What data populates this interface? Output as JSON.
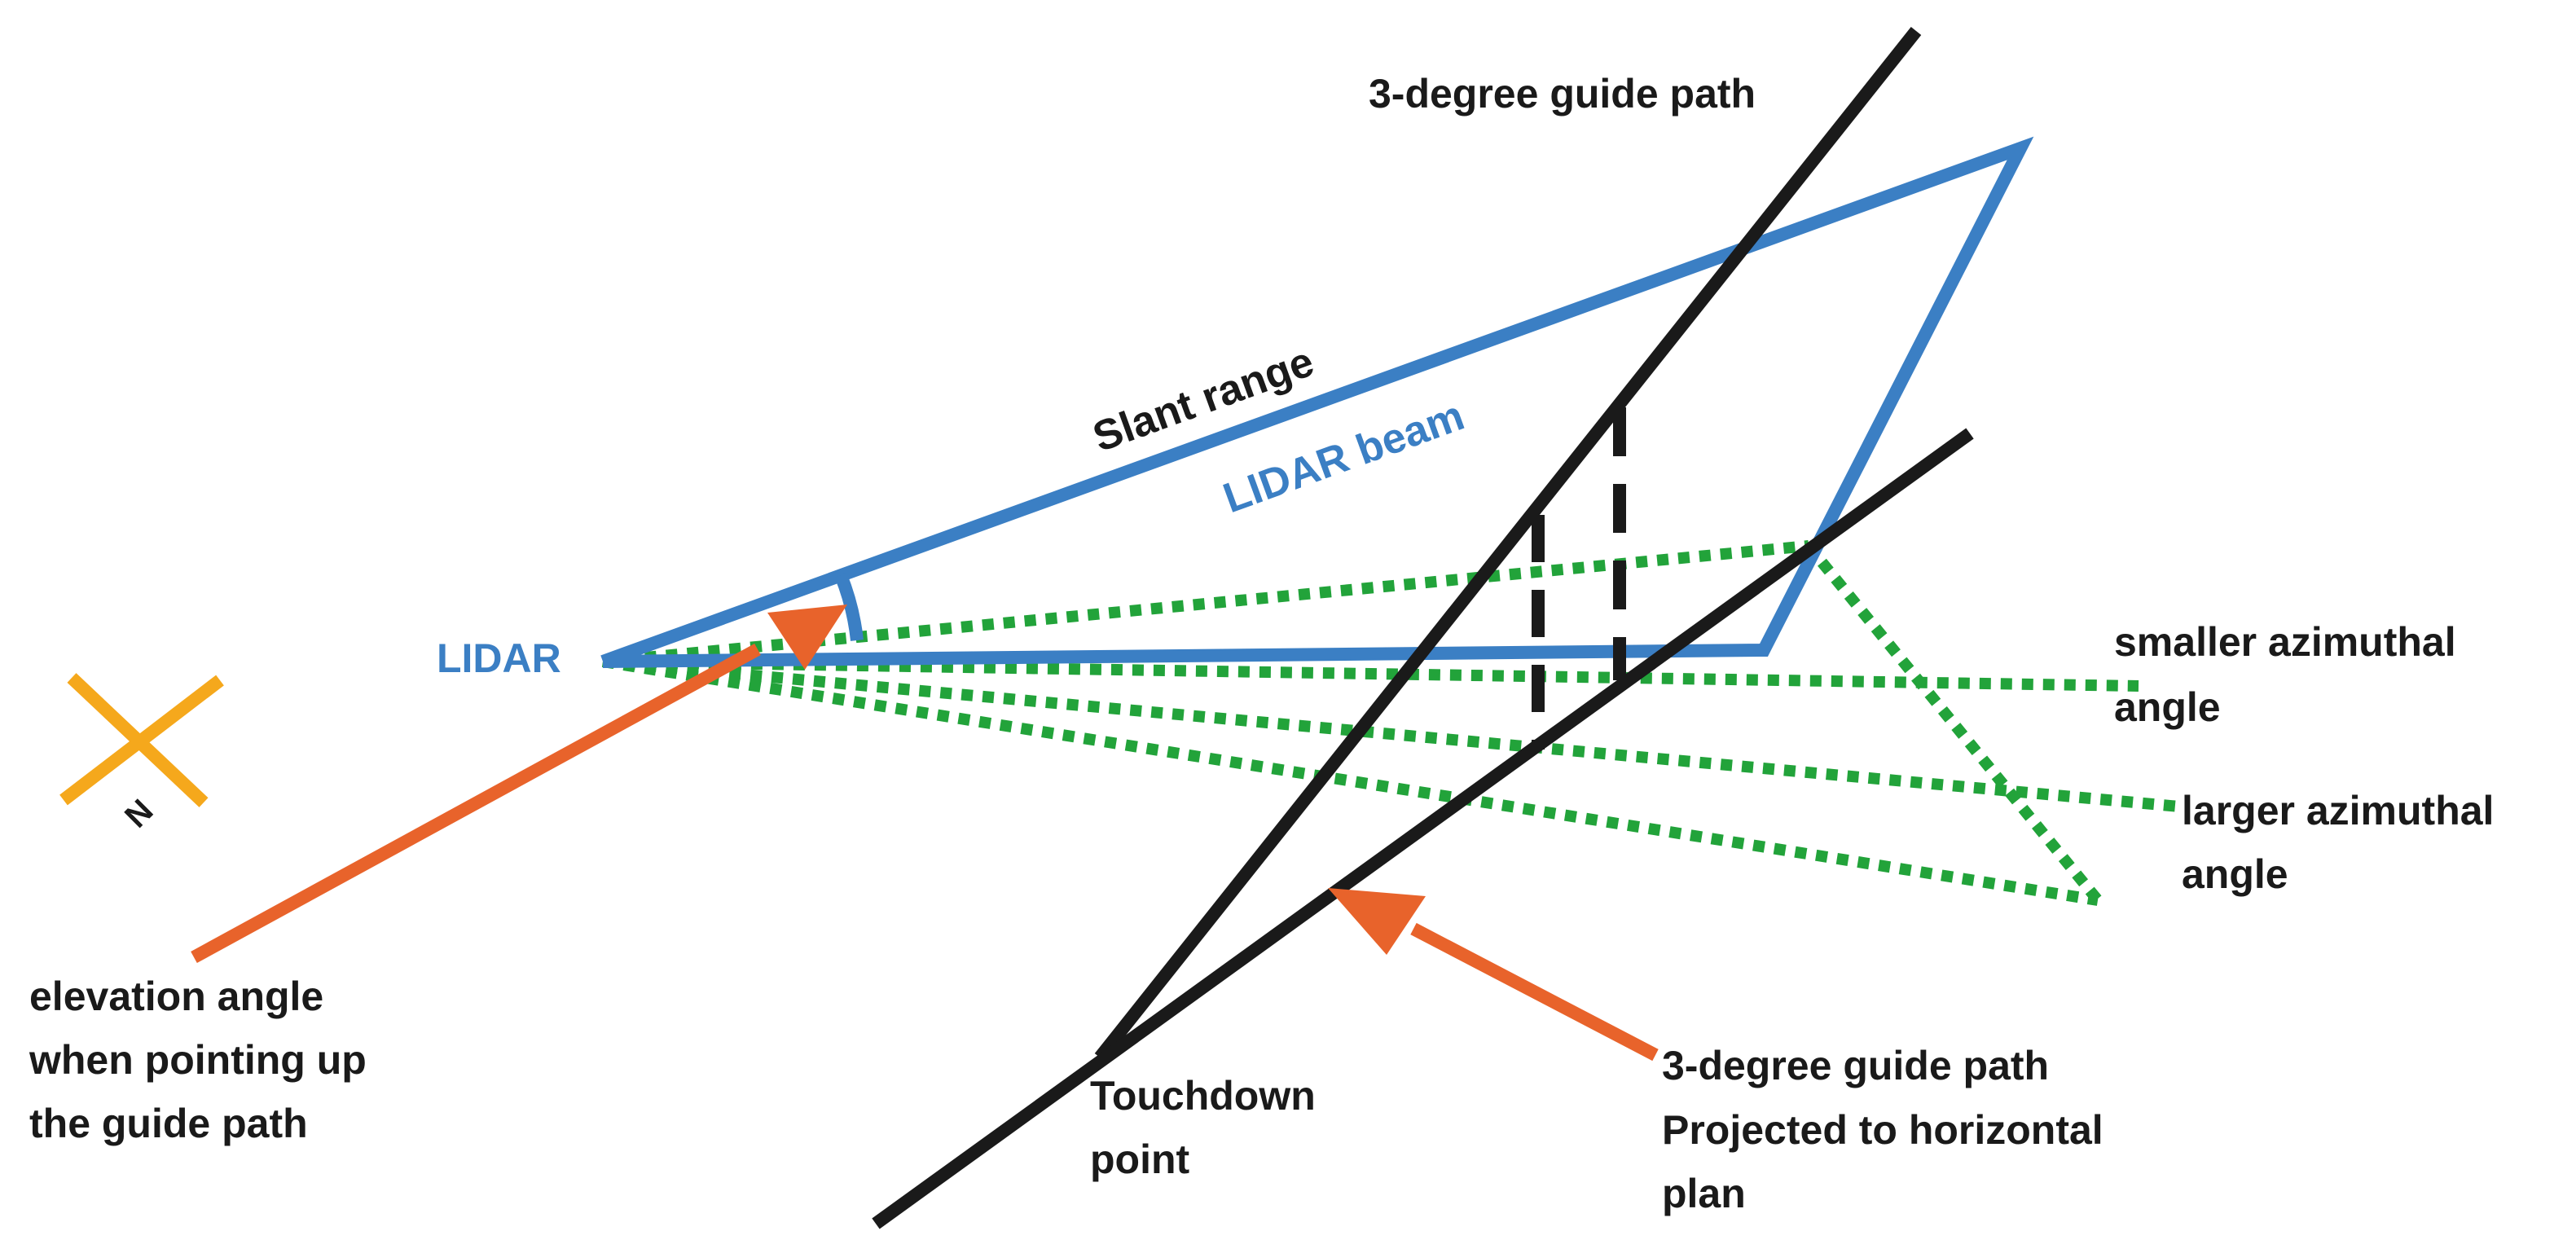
{
  "labels": {
    "guide_path": "3-degree guide path",
    "slant_range": "Slant range",
    "lidar_beam": "LIDAR beam",
    "lidar": "LIDAR",
    "north": "N",
    "smaller_az_line1": "smaller azimuthal",
    "smaller_az_line2": "angle",
    "larger_az_line1": "larger azimuthal",
    "larger_az_line2": "angle",
    "elevation_line1": "elevation angle",
    "elevation_line2": "when pointing up",
    "elevation_line3": "the guide path",
    "touchdown_line1": "Touchdown",
    "touchdown_line2": "point",
    "projected_line1": "3-degree guide path",
    "projected_line2": "Projected to horizontal",
    "projected_line3": "plan"
  },
  "colors": {
    "guide_path": "#1a1a1a",
    "lidar_beam": "#3b7fc4",
    "azimuth_scan": "#22a33a",
    "arrow": "#e8632b",
    "compass": "#f5a81c"
  }
}
